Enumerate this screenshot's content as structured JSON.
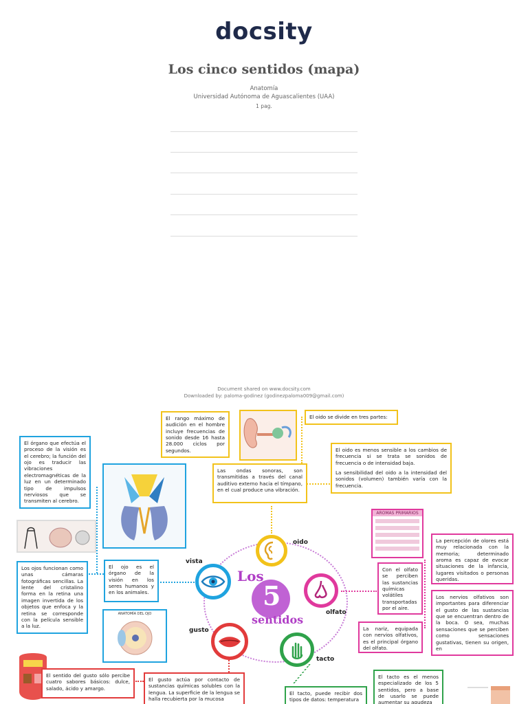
{
  "header": {
    "logo_text": "docsity",
    "title": "Los cinco sentidos (mapa)",
    "subject": "Anatomía",
    "university": "Universidad Autónoma de Aguascalientes (UAA)",
    "pages": "1 pag."
  },
  "share": {
    "line1": "Document shared on www.docsity.com",
    "line2": "Downloaded by: paloma-godinez (godinezpaloma009@gmail.com)"
  },
  "map": {
    "center_title_top": "Los",
    "center_number": "5",
    "center_title_bottom": "sentidos",
    "labels": {
      "oido": "oido",
      "vista": "vista",
      "olfato": "olfato",
      "gusto": "gusto",
      "tacto": "tacto"
    },
    "aromas_title": "AROMAS PRIMARIOS",
    "eye_anatomy_title": "ANATOMÍA DEL OJO",
    "texts": {
      "rango": "El rango máximo de audición en el hombre incluye frecuencias de sonido desde 16 hasta 28.000 ciclos por segundos.",
      "oido_divide": "El oido se divide en tres partes:",
      "ondas": "Las ondas sonoras, son transmitidas a través del canal auditivo externo hacia el tímpano, en el cual produce una vibración.",
      "oido_sensible_1": "El oido es menos sensible a los cambios de frecuencia si se trata se sonidos de frecuencia o de intensidad baja.",
      "oido_sensible_2": "La sensibilidad del oido a la intensidad del sonidos (volumen) también varía con la frecuencia.",
      "organo": "El órgano que efectúa el proceso de la visión es el cerebro; la función del ojo es traducir las vibraciones electromagnéticas de la luz en un determinado tipo de impulsos nerviosos que se transmiten al cerebro.",
      "ojos_funcionan": "Los ojos funcionan como unas cámaras fotográficas sencillas. La lente del cristalino forma en la retina una imagen invertida de los objetos que enfoca y la retina se corresponde con la película sensible a la luz.",
      "ojo_organo": "El ojo es el órgano de la visión en los seres humanos y en los animales.",
      "percepcion": "La percepción de olores está muy relacionada con la memoria; determinado aroma es capaz de evocar situaciones de la infancia, lugares visitados o personas queridas.",
      "olfato_sustancias": "Con el olfato se perciben las sustancias químicas volátiles transportadas por el aire.",
      "nervios": "Los nervios olfativos son importantes para diferenciar el gusto de las sustancias que se encuentran dentro de la boca. O sea, muchas sensaciones que se perciben como sensaciones gustativas, tienen su origen, en",
      "nariz": "La nariz, equipada con nervios olfativos, es el principal órgano del olfato.",
      "gusto_cuatro": "El sentido del gusto sólo percibe cuatro sabores básicos: dulce, salado, ácido y amargo.",
      "gusto_actua": "El gusto actúa por contacto de sustancias químicas solubles con la lengua. La superficie de la lengua se halla recubierta por la mucosa",
      "tacto_dos": "El tacto, puede recibir dos tipos de datos: temperatura",
      "tacto_menos": "El tacto es el menos especializado de los 5 sentidos, pero a base de usarlo se puede aumentar su agudeza"
    }
  },
  "colors": {
    "yellow": "#f2c21a",
    "blue": "#1fa3df",
    "pink": "#e0399d",
    "green": "#2fa24a",
    "red": "#e23b3b",
    "purple": "#b03fc6"
  }
}
